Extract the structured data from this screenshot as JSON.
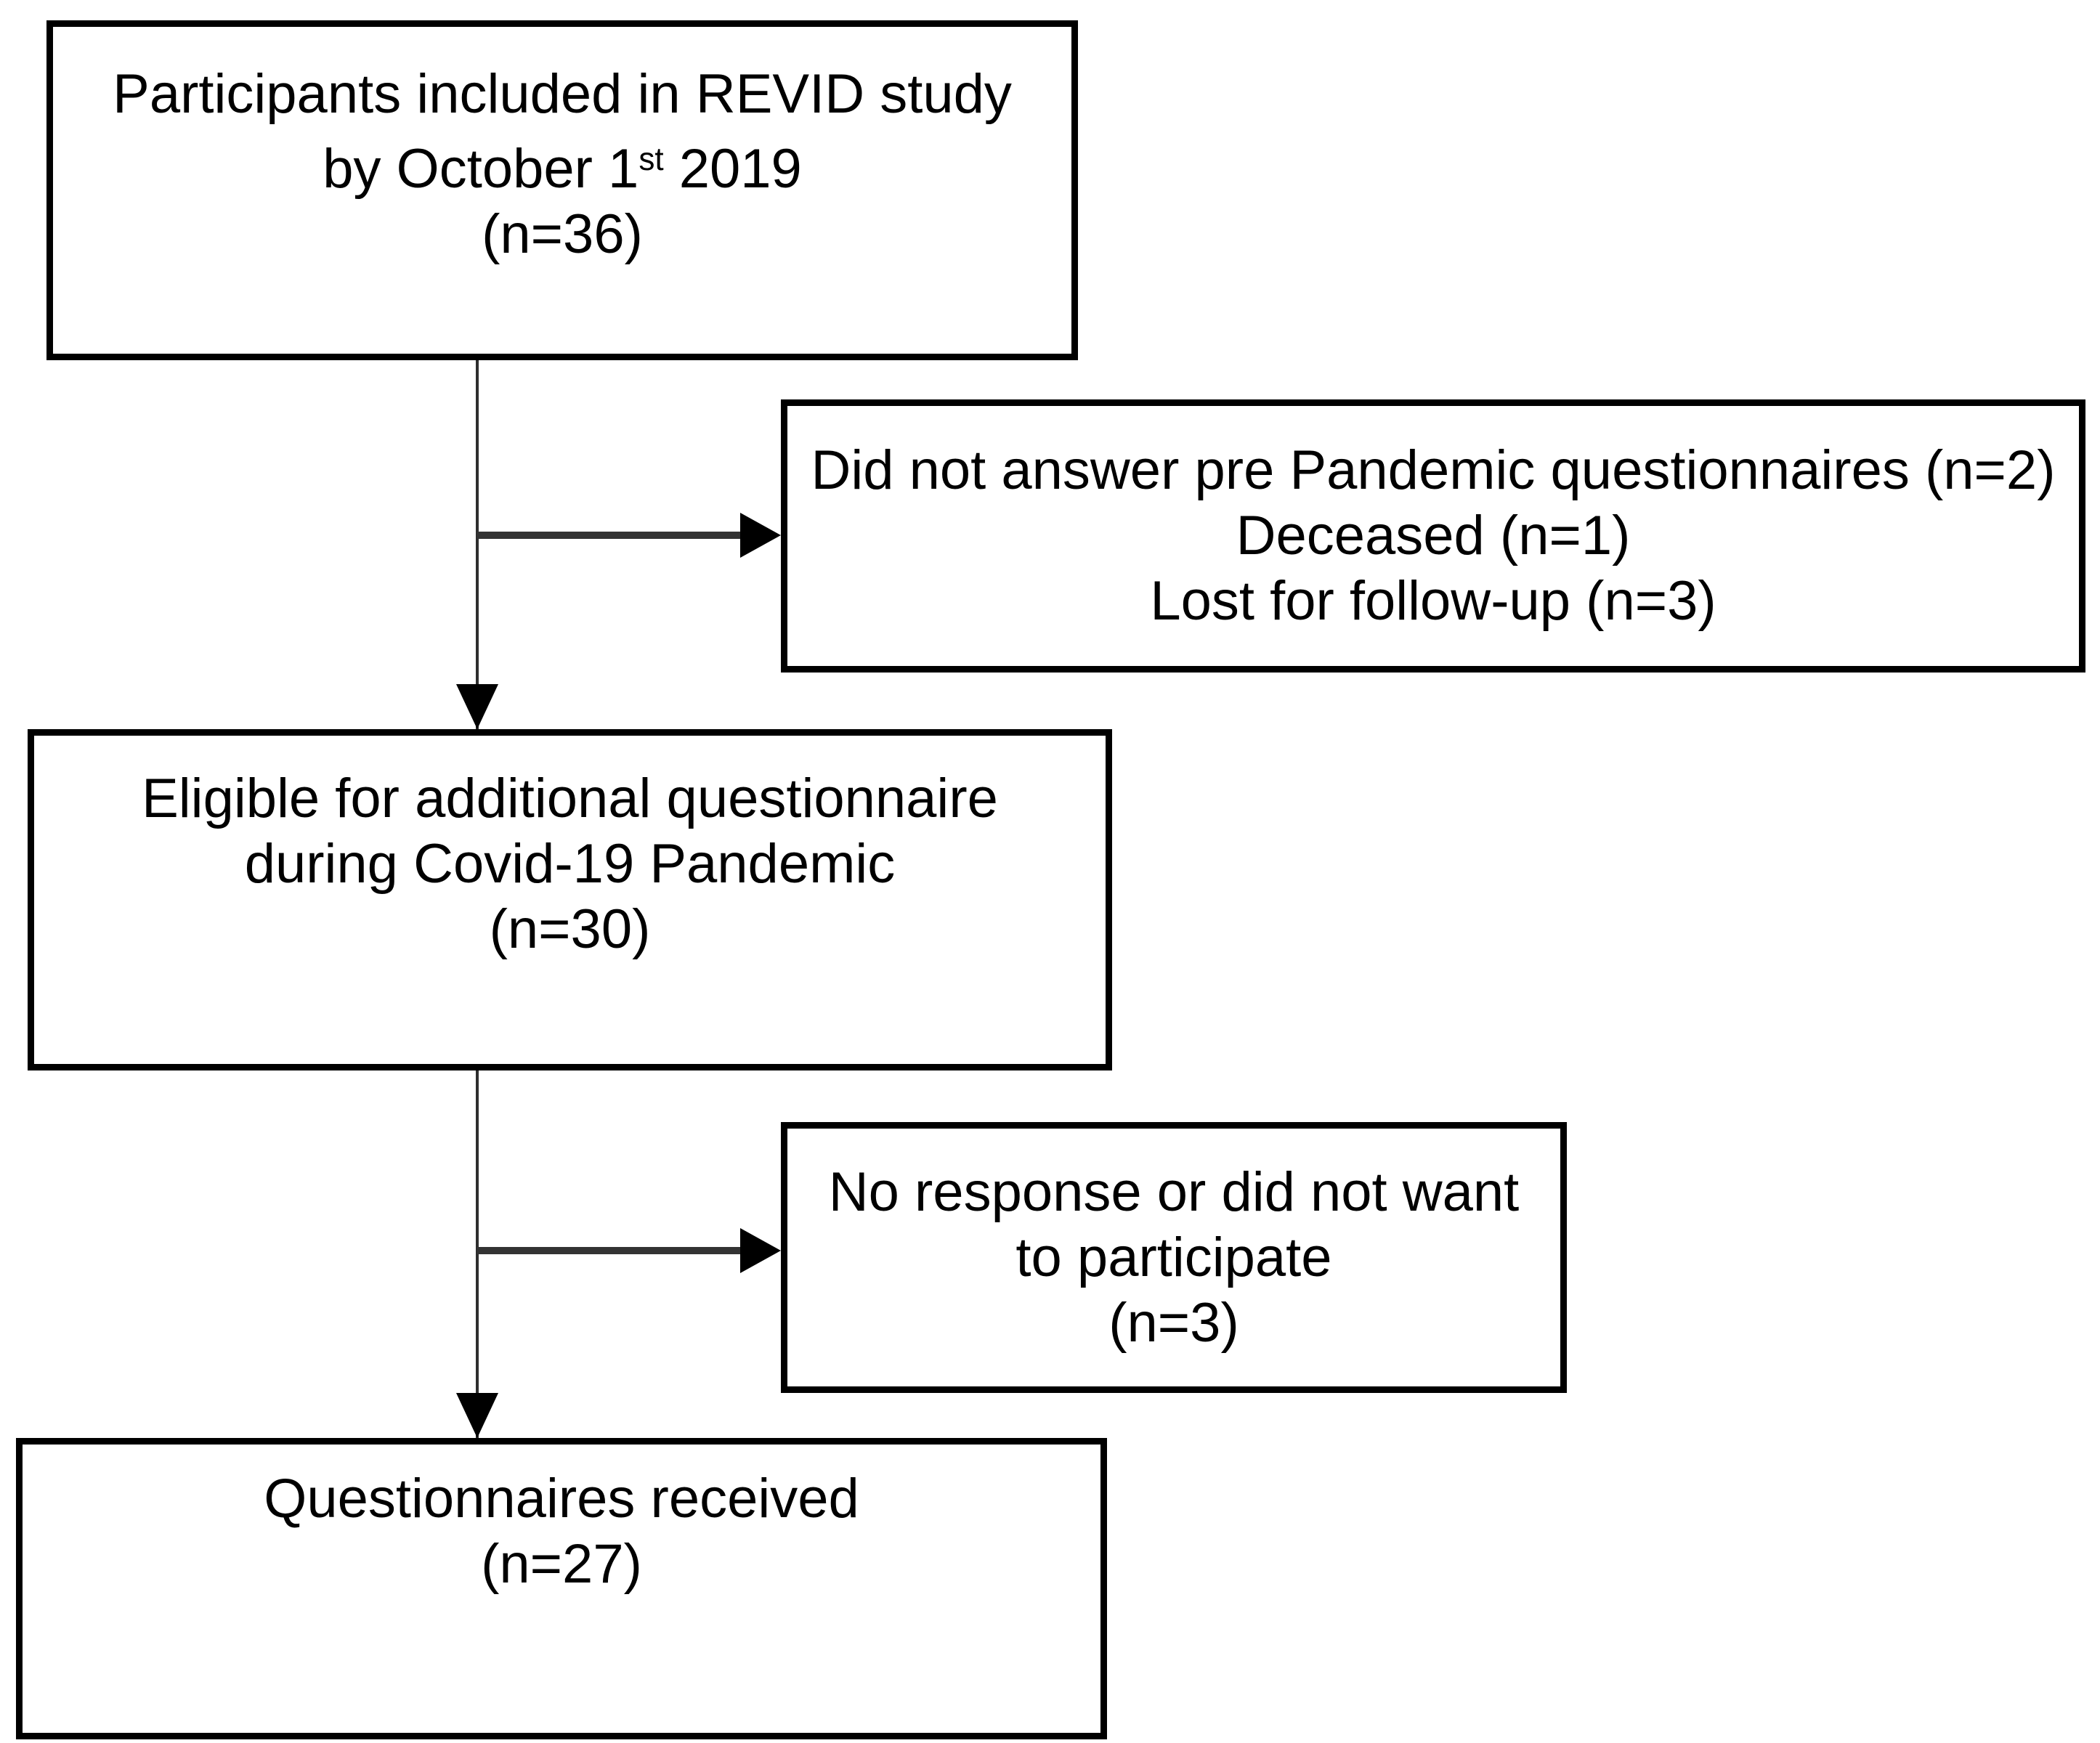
{
  "diagram": {
    "type": "study-flowchart",
    "background_color": "#ffffff",
    "border_color": "#000000",
    "text_color": "#000000",
    "connector_color": "#2e2e2e"
  },
  "boxes": {
    "participants": {
      "line1": "Participants included in REVID study",
      "line2_prefix": "by October 1",
      "line2_sup": "st",
      "line2_suffix": " 2019",
      "line3": "(n=36)",
      "n": 36
    },
    "exclusions_pre": {
      "line1": "Did not answer pre Pandemic questionnaires (n=2)",
      "line2": "Deceased (n=1)",
      "line3": "Lost for follow-up (n=3)"
    },
    "eligible": {
      "line1": "Eligible for additional questionnaire",
      "line2": "during Covid-19 Pandemic",
      "line3": "(n=30)",
      "n": 30
    },
    "exclusions_response": {
      "line1": "No response or did not want",
      "line2": "to participate",
      "line3": "(n=3)",
      "n": 3
    },
    "received": {
      "line1": "Questionnaires received",
      "line2": "(n=27)",
      "n": 27
    }
  }
}
